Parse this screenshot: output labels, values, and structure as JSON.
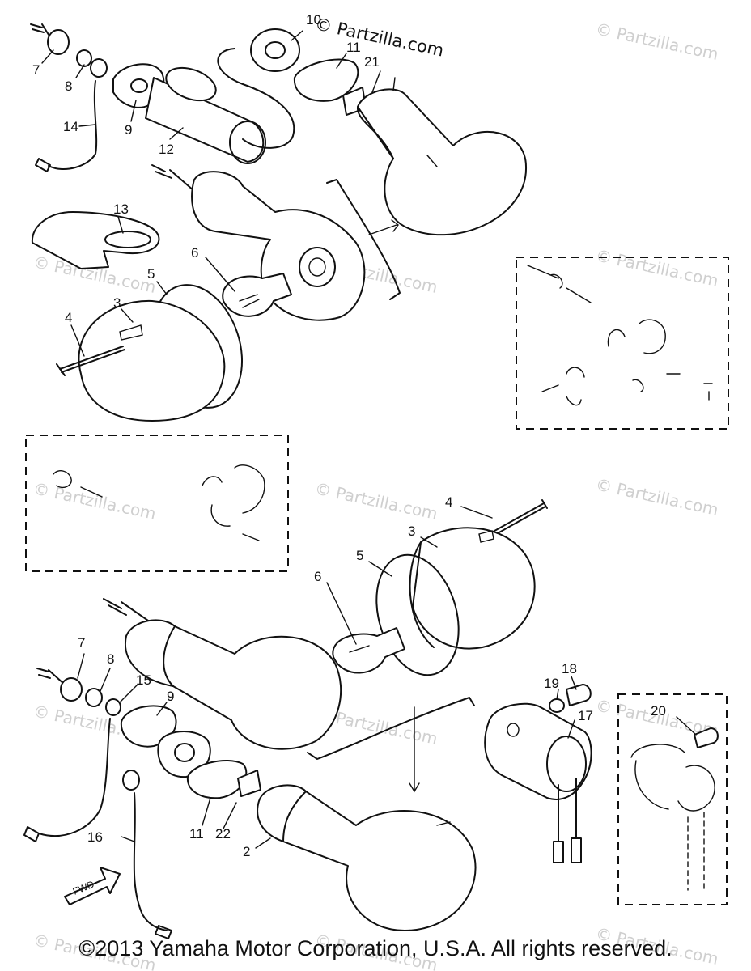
{
  "watermarks": {
    "top_center": "© Partzilla.com",
    "repeat": "© Partzilla.com"
  },
  "part_labels": {
    "top": [
      "7",
      "8",
      "14",
      "9",
      "12",
      "10",
      "11",
      "21",
      "13",
      "6",
      "5",
      "3",
      "4"
    ],
    "bottom": [
      "4",
      "3",
      "5",
      "6",
      "7",
      "8",
      "15",
      "9",
      "16",
      "11",
      "22",
      "2",
      "18",
      "19",
      "17",
      "20"
    ],
    "direction_arrow": "FWD"
  },
  "footer": {
    "copyright": "©2013 Yamaha Motor Corporation, U.S.A. All rights reserved."
  }
}
